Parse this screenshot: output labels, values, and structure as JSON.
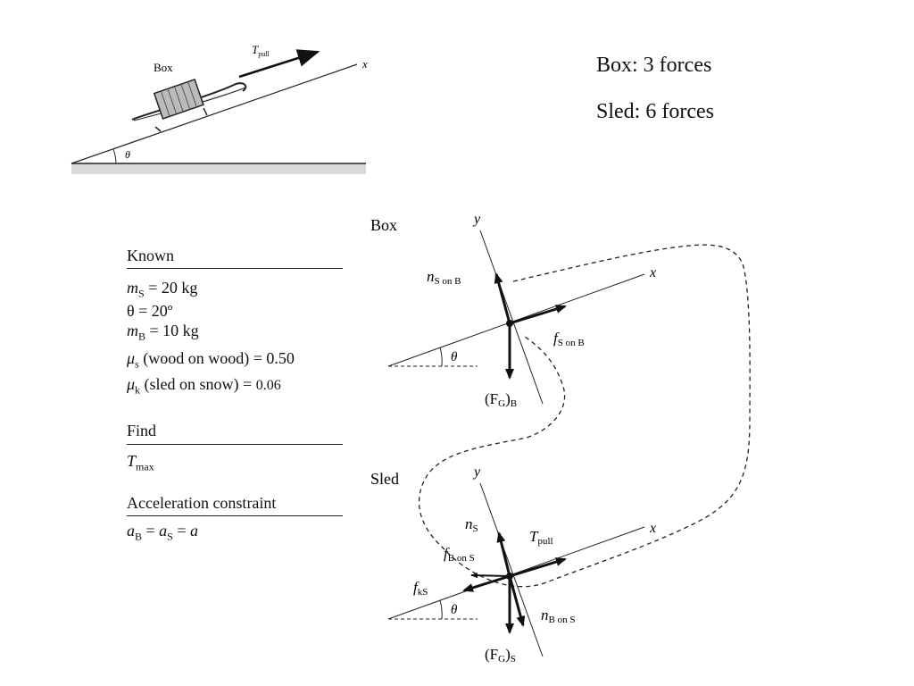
{
  "summary": {
    "box": "Box:  3 forces",
    "sled": "Sled:  6 forces"
  },
  "sketch": {
    "box_label": "Box",
    "pull_label": "T",
    "pull_sub": "pull",
    "axis_x": "x",
    "angle": "θ"
  },
  "known": {
    "heading": "Known",
    "lines": [
      "m_S = 20 kg",
      "θ = 20°",
      "m_B = 10 kg",
      "μ_s (wood on wood) = 0.50",
      "μ_k (sled on snow) = 0.06"
    ],
    "mS_sym": "m",
    "mS_sub": "S",
    "mS_val": " = 20 kg",
    "theta": "θ = 20º",
    "mB_sym": "m",
    "mB_sub": "B",
    "mB_val": " = 10 kg",
    "mus_sym": "μ",
    "mus_sub": "s",
    "mus_val": " (wood on wood) = 0.50",
    "muk_sym": "μ",
    "muk_sub": "k",
    "muk_val": " (sled on snow) = ",
    "muk_num": "0.06"
  },
  "find": {
    "heading": "Find",
    "sym": "T",
    "sub": "max"
  },
  "constraint": {
    "heading": "Acceleration constraint",
    "aB": "a",
    "aB_sub": "B",
    "eq1": " = ",
    "aS": "a",
    "aS_sub": "S",
    "eq2": " = ",
    "a": "a"
  },
  "fbd": {
    "box_label": "Box",
    "sled_label": "Sled",
    "y": "y",
    "x": "x",
    "theta": "θ",
    "nSonB": "n",
    "nSonB_sub": "S on B",
    "fSonB": "f",
    "fSonB_sub": "S on B",
    "FGB": "(F",
    "FGB_mid": "G",
    "FGB_end": ")",
    "FGB_sub": "B",
    "nS": "n",
    "nS_sub": "S",
    "Tpull": "T",
    "Tpull_sub": "pull",
    "fBonS": "f",
    "fBonS_sub": "B on S",
    "fkS": "f",
    "fkS_sub": "kS",
    "nBonS": "n",
    "nBonS_sub": "B on S",
    "FGS": "(F",
    "FGS_mid": "G",
    "FGS_end": ")",
    "FGS_sub": "S"
  }
}
